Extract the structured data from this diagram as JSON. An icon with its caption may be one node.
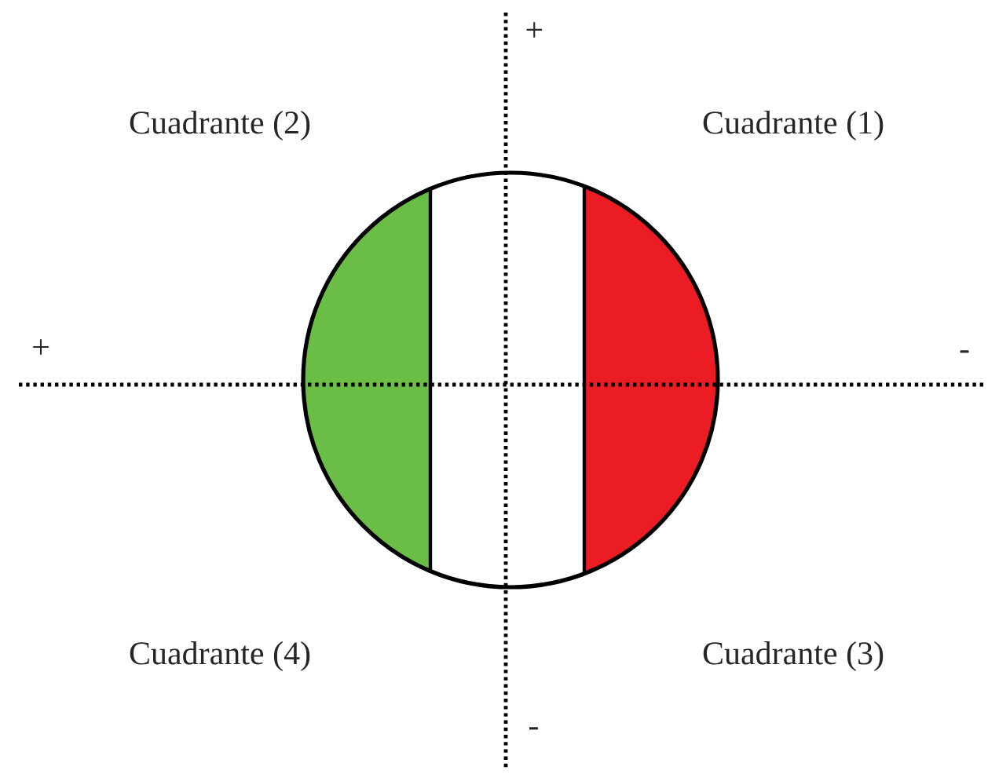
{
  "diagram": {
    "labels": [
      "+",
      "Cuadrante (2)",
      "Cuadrante (1)",
      "+",
      "-",
      "Cuadrante (4)",
      "Cuadrante (3)",
      "-"
    ]
  }
}
